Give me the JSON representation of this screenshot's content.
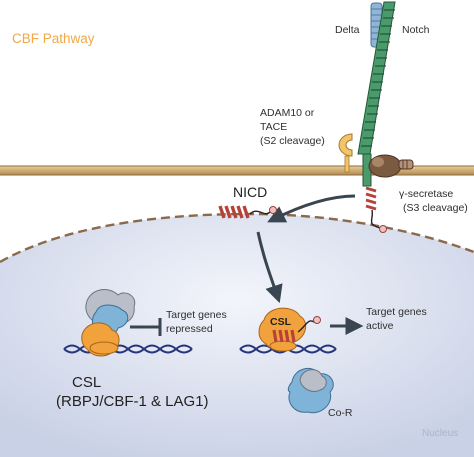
{
  "title": "CBF Pathway",
  "labels": {
    "delta": "Delta",
    "notch": "Notch",
    "adam_line1": "ADAM10 or",
    "adam_line2": "TACE",
    "adam_line3": "(S2 cleavage)",
    "gamma_line1": "γ-secretase",
    "gamma_line2": "(S3 cleavage)",
    "nicd": "NICD",
    "repressed_line1": "Target genes",
    "repressed_line2": "repressed",
    "active_line1": "Target genes",
    "active_line2": "active",
    "csl_inner": "CSL",
    "csl_line1": "CSL",
    "csl_line2": "(RBPJ/CBF-1 & LAG1)",
    "cor": "Co-R",
    "nucleus": "Nucleus"
  },
  "colors": {
    "title": "#f0a848",
    "membrane": "#c9a46a",
    "nucleus_fill": "#dde3f2",
    "nucleus_border": "#8a6a4a",
    "delta": "#8fb6d6",
    "notch": "#3f8a5f",
    "nicd": "#d9534f",
    "csl_orange": "#f2a23c",
    "corepressor_blue": "#7fb3d8",
    "dna": "#27357a"
  }
}
